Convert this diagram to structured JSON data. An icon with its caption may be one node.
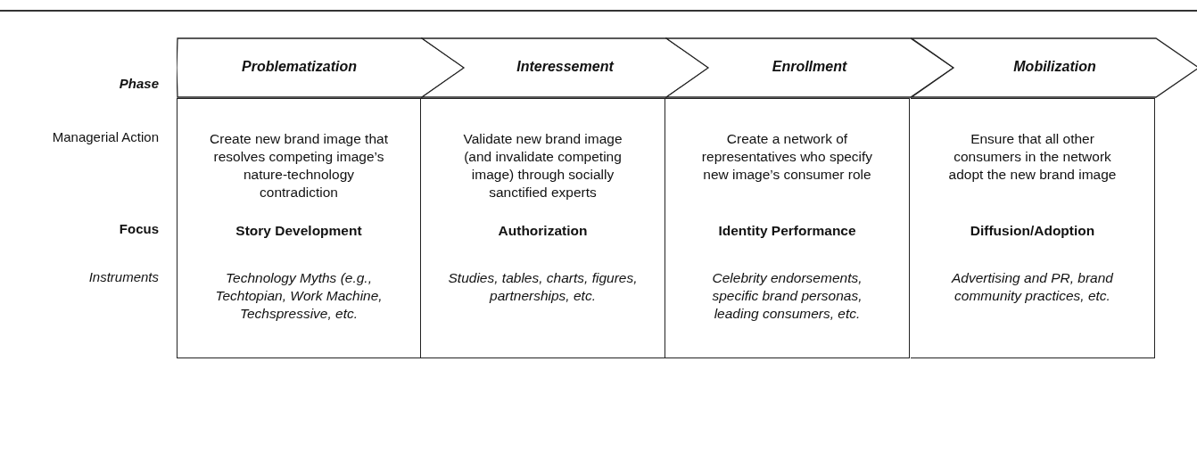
{
  "diagram": {
    "nodes": [
      {
        "text": [
          "Problematization"
        ]
      },
      {
        "text": [
          "Interessement"
        ]
      },
      {
        "text": [
          "Enrollment"
        ]
      },
      {
        "text": [
          "Mobilization"
        ]
      },
      {
        "text": [
          "Create new brand image that resolves competing image’s nature-technology contradiction",
          "Story Development",
          "Technology Myths (e.g., Techtopian, Work Machine, Techspressive, etc."
        ]
      },
      {
        "text": [
          "Validate new brand image (and invalidate competing image) through socially sanctified experts",
          "Authorization",
          "Studies, tables, charts, figures, partnerships, etc."
        ]
      },
      {
        "text": [
          "Create a network of representatives who specify new image’s consumer role",
          "Identity Performance",
          "Celebrity endorsements, specific brand personas, leading consumers, etc."
        ]
      },
      {
        "text": [
          "Ensure that all other consumers in the network adopt the new brand image",
          "Diffusion/Adoption",
          "Advertising and PR, brand community practices, etc."
        ]
      }
    ],
    "labels": [
      "Phase",
      "Managerial Action",
      "Focus",
      "Instruments"
    ]
  }
}
